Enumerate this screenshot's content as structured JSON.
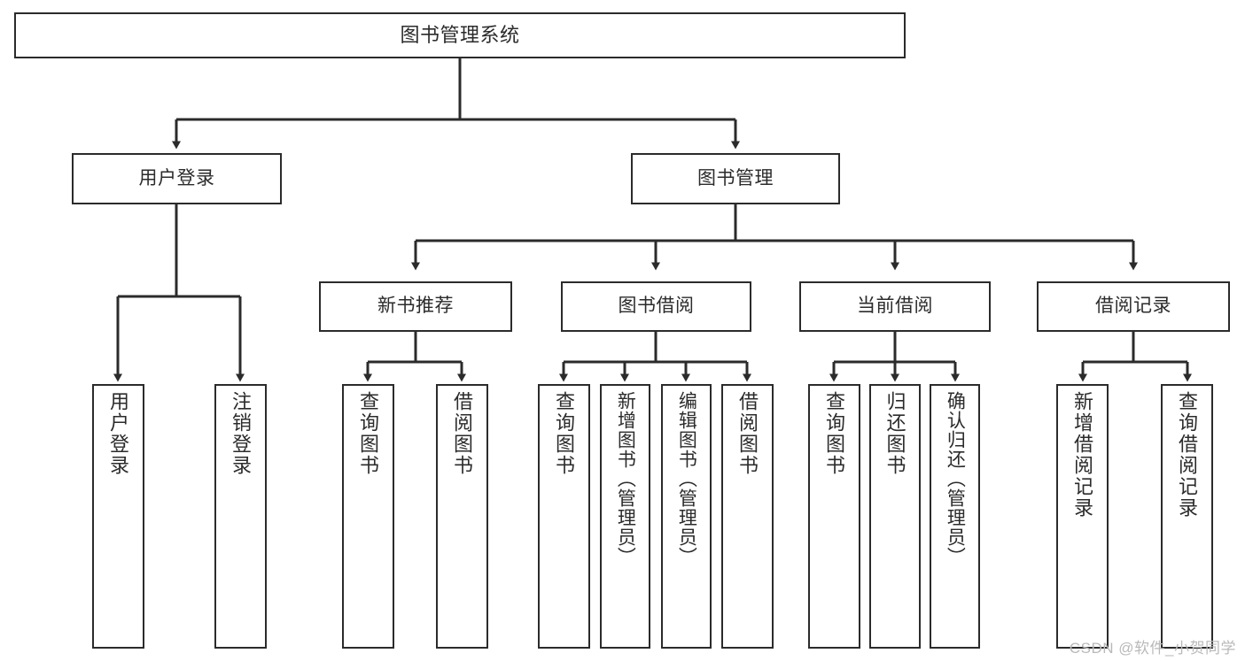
{
  "diagram": {
    "type": "tree-hierarchy-chart",
    "title_node": {
      "id": "root",
      "label": "图书管理系统"
    },
    "level2": [
      {
        "id": "user-login",
        "label": "用户登录"
      },
      {
        "id": "book-manage",
        "label": "图书管理"
      }
    ],
    "level3": [
      {
        "id": "new-book-rec",
        "label": "新书推荐"
      },
      {
        "id": "book-borrow",
        "label": "图书借阅"
      },
      {
        "id": "current-borrow",
        "label": "当前借阅"
      },
      {
        "id": "borrow-record",
        "label": "借阅记录"
      }
    ],
    "leaves": [
      {
        "id": "leaf-user-login",
        "label": "用户登录",
        "parent": "user-login"
      },
      {
        "id": "leaf-logout",
        "label": "注销登录",
        "parent": "user-login"
      },
      {
        "id": "leaf-query-book-1",
        "label": "查询图书",
        "parent": "new-book-rec"
      },
      {
        "id": "leaf-borrow-book-1",
        "label": "借阅图书",
        "parent": "new-book-rec"
      },
      {
        "id": "leaf-query-book-2",
        "label": "查询图书",
        "parent": "book-borrow"
      },
      {
        "id": "leaf-add-book",
        "label": "新增图书（管理员）",
        "parent": "book-borrow"
      },
      {
        "id": "leaf-edit-book",
        "label": "编辑图书（管理员）",
        "parent": "book-borrow"
      },
      {
        "id": "leaf-borrow-book-2",
        "label": "借阅图书",
        "parent": "book-borrow"
      },
      {
        "id": "leaf-query-book-3",
        "label": "查询图书",
        "parent": "current-borrow"
      },
      {
        "id": "leaf-return-book",
        "label": "归还图书",
        "parent": "current-borrow"
      },
      {
        "id": "leaf-confirm-return",
        "label": "确认归还（管理员）",
        "parent": "current-borrow"
      },
      {
        "id": "leaf-add-record",
        "label": "新增借阅记录",
        "parent": "borrow-record"
      },
      {
        "id": "leaf-query-record",
        "label": "查询借阅记录",
        "parent": "borrow-record"
      }
    ],
    "colors": {
      "stroke": "#2b2b2b",
      "fill": "#ffffff",
      "text": "#2b2b2b",
      "watermark": "#b9b9b9"
    }
  },
  "watermark": {
    "text": "CSDN @软件_小贺同学"
  }
}
